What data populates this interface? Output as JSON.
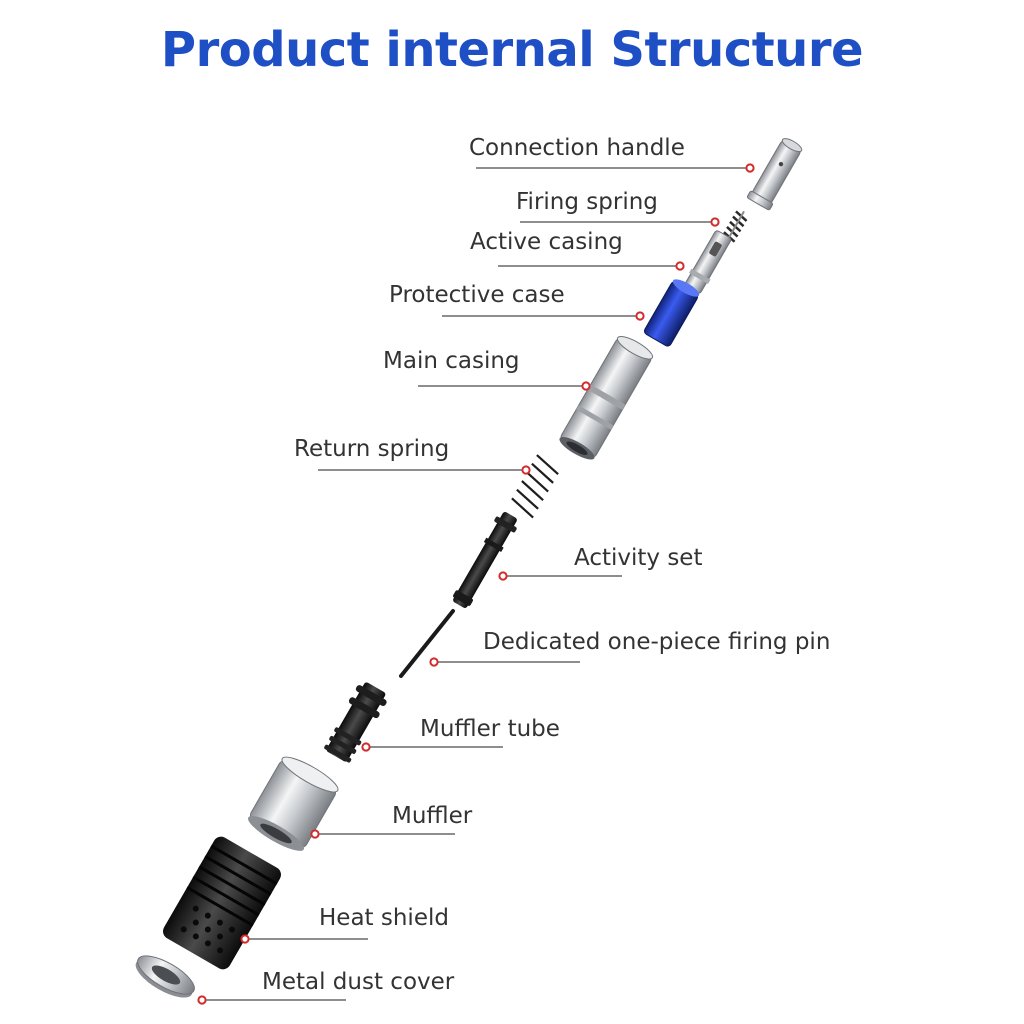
{
  "title": "Product internal Structure",
  "colors": {
    "title": "#1f4fc4",
    "label_text": "#333333",
    "leader_line": "#4a4a4a",
    "marker": "#d12b2b",
    "accent_blue": "#1f3fb8"
  },
  "parts": [
    {
      "id": "connection-handle",
      "label": "Connection handle"
    },
    {
      "id": "firing-spring",
      "label": "Firing spring"
    },
    {
      "id": "active-casing",
      "label": "Active casing"
    },
    {
      "id": "protective-case",
      "label": "Protective case"
    },
    {
      "id": "main-casing",
      "label": "Main casing"
    },
    {
      "id": "return-spring",
      "label": "Return spring"
    },
    {
      "id": "activity-set",
      "label": "Activity set"
    },
    {
      "id": "firing-pin",
      "label": "Dedicated one-piece firing pin"
    },
    {
      "id": "muffler-tube",
      "label": "Muffler tube"
    },
    {
      "id": "muffler",
      "label": "Muffler"
    },
    {
      "id": "heat-shield",
      "label": "Heat shield"
    },
    {
      "id": "metal-dust-cover",
      "label": "Metal dust cover"
    }
  ]
}
